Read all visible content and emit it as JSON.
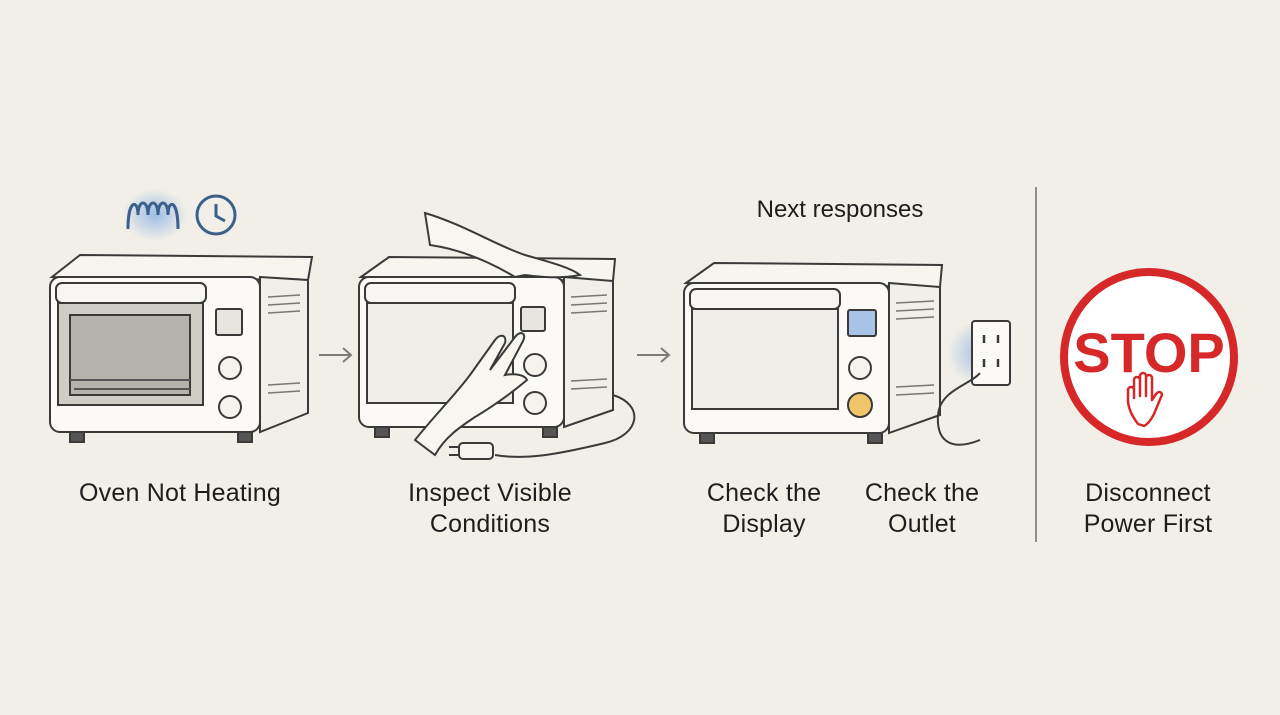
{
  "steps": [
    {
      "lines": [
        "Oven Not Heating"
      ],
      "icons": [
        "heating-coil-icon",
        "clock-icon"
      ]
    },
    {
      "lines": [
        "Inspect Visible",
        "Conditions"
      ],
      "icons": [
        "hand-icon",
        "power-plug-icon"
      ]
    },
    {
      "group_heading": "Next responses",
      "options": [
        {
          "lines": [
            "Check the",
            "Display"
          ],
          "highlight": "#5b8fd4"
        },
        {
          "lines": [
            "Check the",
            "Outlet"
          ],
          "highlight": "#e8a93a"
        }
      ]
    },
    {
      "sign_text": "STOP",
      "lines": [
        "Disconnect",
        "Power First"
      ],
      "icons": [
        "stop-sign-icon",
        "raised-hand-icon"
      ]
    }
  ],
  "colors": {
    "background": "#f1efe7",
    "stop_red": "#d62828",
    "glow_blue": "#8fb4e6",
    "glow_orange": "#f0b955",
    "line": "#3a3a3a"
  }
}
